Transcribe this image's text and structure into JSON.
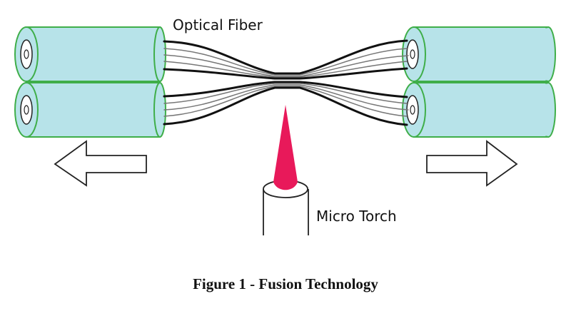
{
  "labels": {
    "fiber": "Optical Fiber",
    "torch": "Micro Torch"
  },
  "caption": "Figure 1 - Fusion Technology",
  "colors": {
    "cylinder_fill": "#b7e3e9",
    "cylinder_outline": "#3fae49",
    "flame": "#e8195a",
    "fiber_dark": "#111111",
    "fiber_light": "#777777",
    "arrow_outline": "#222222"
  }
}
